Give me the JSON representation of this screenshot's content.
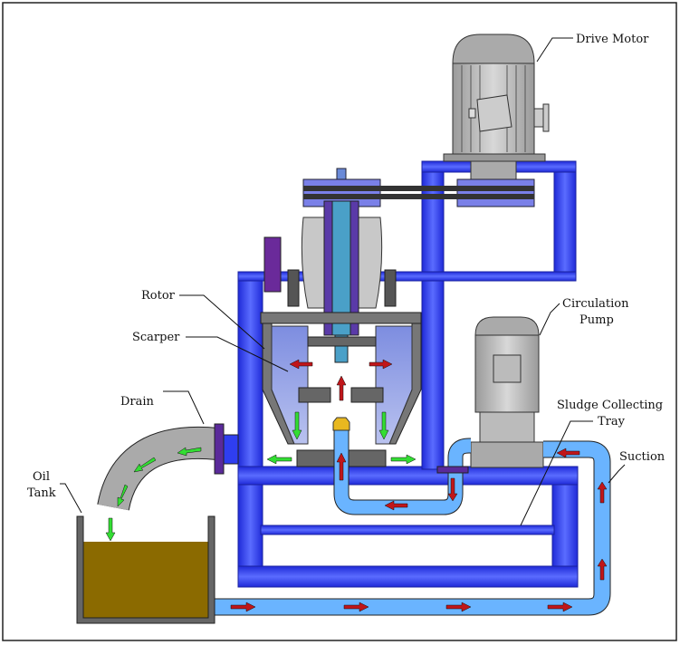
{
  "labels": {
    "drive_motor": "Drive Motor",
    "rotor": "Rotor",
    "scarper": "Scarper",
    "circulation_pump_1": "Circulation",
    "circulation_pump_2": "Pump",
    "drain": "Drain",
    "sludge_tray_1": "Sludge Collecting",
    "sludge_tray_2": "Tray",
    "oil_tank_1": "Oil",
    "oil_tank_2": "Tank",
    "suction": "Suction"
  },
  "colors": {
    "frame": "#2f3ef0",
    "pipe_suction": "#5fb0ff",
    "pipe_drain": "#a8a8a8",
    "oil": "#8b6a00",
    "flow_red": "#c0161a",
    "flow_green": "#33dd33",
    "machine_gray": "#bdbdbd",
    "scraper_blue": "#8c9ae6",
    "flange_purple": "#5a2a9a",
    "nozzle": "#e8b820"
  }
}
